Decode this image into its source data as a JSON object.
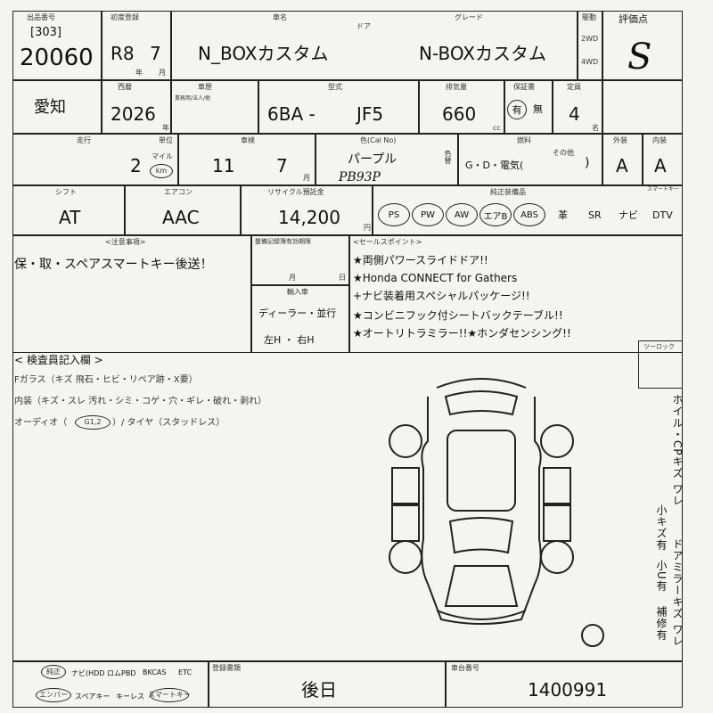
{
  "header": {
    "lot_label_small": "出品番号",
    "lot_tag": "[303]",
    "lot_number": "20060",
    "year_label": "初度登録",
    "year_era": "R8",
    "year_month": "7",
    "year_suffix": "年",
    "month_suffix": "月",
    "car_name_label": "車名",
    "door_label": "ドア",
    "car_name": "N_BOXカスタム",
    "grade_label": "グレード",
    "grade": "N-BOXカスタム",
    "drive_label": "駆動",
    "drive_2wd": "2WD",
    "drive_4wd": "4WD",
    "score_label": "評価点",
    "score": "S"
  },
  "row2": {
    "region": "愛知",
    "year_label": "西暦",
    "year": "2026",
    "year_suffix": "年",
    "history_label": "車歴",
    "history_note": "業務用/法人/他",
    "model_label": "型式",
    "model_prefix": "6BA -",
    "model_code": "JF5",
    "displacement_label": "排気量",
    "displacement": "660",
    "displacement_unit": "cc",
    "warranty_label": "保証書",
    "warranty_yes": "有",
    "warranty_no": "無",
    "capacity_label": "定員",
    "capacity": "4",
    "capacity_unit": "名"
  },
  "row3": {
    "mileage_label": "走行",
    "mileage_unit_label": "単位",
    "mileage": "2",
    "mileage_unit": "km",
    "mileage_sub": "マイル",
    "inspection_label": "車検",
    "inspection_month_a": "11",
    "inspection_month_b": "7",
    "inspection_suffix": "月",
    "color_label": "色(Cal No)",
    "color": "パープル",
    "color_code": "PB93P",
    "color_change": "色替",
    "fuel_label": "燃料",
    "fuel_options": "G・D・電気(",
    "fuel_other": "その他",
    "fuel_close": ")",
    "exterior_label": "外装",
    "exterior": "A",
    "interior_label": "内装",
    "interior": "A"
  },
  "row4": {
    "shift_label": "シフト",
    "shift": "AT",
    "ac_label": "エアコン",
    "ac": "AAC",
    "recycle_label": "リサイクル預託金",
    "recycle": "14,200",
    "recycle_unit": "円",
    "equipment_label": "純正装備品",
    "features": [
      "PS",
      "PW",
      "AW",
      "エアB",
      "ABS"
    ],
    "extras": [
      "革",
      "SR",
      "ナビ",
      "DTV"
    ],
    "keyless_label": "スマートキー"
  },
  "row5": {
    "notes_label": "<注意事項>",
    "notes": "保・取・スペアスマートキー後送！",
    "service_label": "整備記録簿有効期限",
    "service_month": "月",
    "service_day": "日",
    "import_label": "輸入車",
    "import_type": "ディーラー・並行",
    "handle": "左H ・ 右H",
    "sales_label": "<セールスポイント>",
    "sales_points": [
      "★両側パワースライドドア!!",
      "★Honda CONNECT for Gathers",
      "+ナビ装着用スペシャルパッケージ!!",
      "★コンビニフック付シートバックテーブル!!",
      "★オートリトラミラー!!★ホンダセンシング!!"
    ]
  },
  "inspection": {
    "title": "< 検査員記入欄 >",
    "line1": "Fガラス（キズ 飛石・ヒビ・リペア跡・X要）",
    "line2": "内装（キズ・スレ 汚れ・シミ・コゲ・穴・ギレ・破れ・剥れ）",
    "line3_a": "オーディオ（",
    "line3_circled": "G1,2",
    "line3_b": "）/ タイヤ（スタッドレス）",
    "side_label": "ツーロック",
    "vertical_1": "ホイル・CPキズ ワレ",
    "vertical_2": "ドアミラーキズ ワレ",
    "vertical_3": "小キズ有",
    "vertical_4": "小U有",
    "vertical_5": "補修有"
  },
  "footer": {
    "row1": [
      "純正",
      "ナビ(HDD",
      "ロムPBD",
      "BKCAS",
      "ETC"
    ],
    "row2": [
      "エンバー",
      "スペアキー",
      "キーレス",
      "スマートキー"
    ],
    "docs_label": "登録書類",
    "docs": "後日",
    "frame_label": "車台番号",
    "frame": "1400991"
  }
}
